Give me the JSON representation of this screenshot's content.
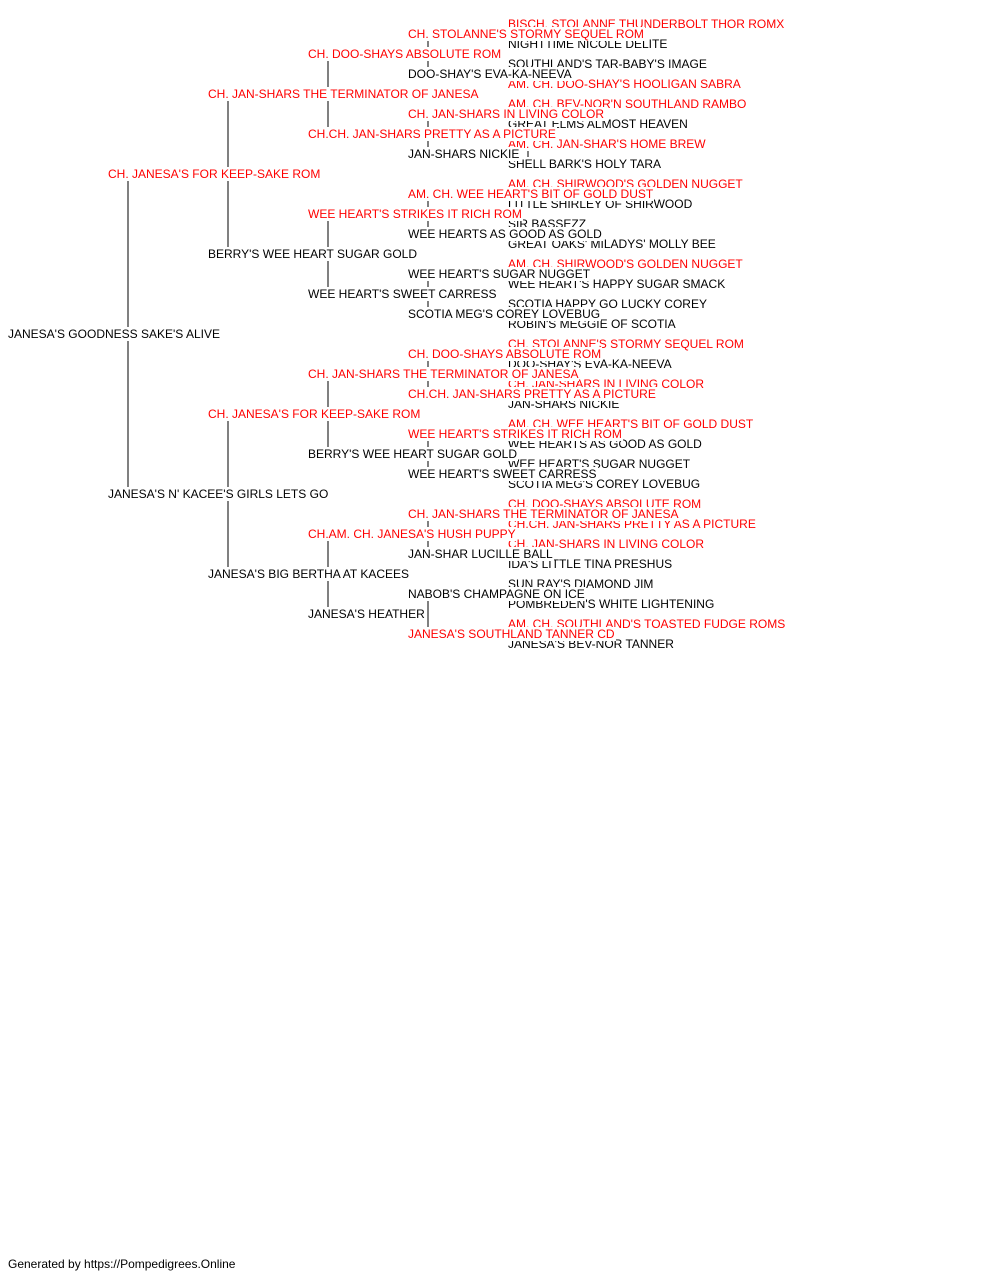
{
  "colors": {
    "champion": "#ff0000",
    "normal": "#000000",
    "line": "#000000"
  },
  "pedigree": {
    "name": "JANESA'S GOODNESS SAKE'S ALIVE",
    "ch": false,
    "sire": {
      "name": "CH. JANESA'S FOR KEEP-SAKE ROM",
      "ch": true,
      "sire": {
        "name": "CH. JAN-SHARS THE TERMINATOR OF JANESA",
        "ch": true,
        "sire": {
          "name": "CH. DOO-SHAYS ABSOLUTE ROM",
          "ch": true,
          "sire": {
            "name": "CH. STOLANNE'S STORMY SEQUEL ROM",
            "ch": true,
            "sire": {
              "name": "BISCH. STOLANNE THUNDERBOLT THOR ROMX",
              "ch": true
            },
            "dam": {
              "name": "NIGHTTIME NICOLE DELITE",
              "ch": false
            }
          },
          "dam": {
            "name": "DOO-SHAY'S EVA-KA-NEEVA",
            "ch": false,
            "sire": {
              "name": "SOUTHLAND'S TAR-BABY'S IMAGE",
              "ch": false
            },
            "dam": {
              "name": "AM. CH. DOO-SHAY'S HOOLIGAN SABRA",
              "ch": true
            }
          }
        },
        "dam": {
          "name": "CH.CH. JAN-SHARS PRETTY AS A PICTURE",
          "ch": true,
          "sire": {
            "name": "CH. JAN-SHARS IN LIVING COLOR",
            "ch": true,
            "sire": {
              "name": "AM. CH. BEV-NOR'N SOUTHLAND RAMBO",
              "ch": true
            },
            "dam": {
              "name": "GREAT ELMS ALMOST HEAVEN",
              "ch": false
            }
          },
          "dam": {
            "name": "JAN-SHARS NICKIE",
            "ch": false,
            "sire": {
              "name": "AM. CH. JAN-SHAR'S HOME BREW",
              "ch": true
            },
            "dam": {
              "name": "SHELL BARK'S HOLY TARA",
              "ch": false
            }
          }
        }
      },
      "dam": {
        "name": "BERRY'S WEE HEART SUGAR GOLD",
        "ch": false,
        "sire": {
          "name": "WEE HEART'S STRIKES IT RICH ROM",
          "ch": true,
          "sire": {
            "name": "AM. CH. WEE HEART'S BIT OF GOLD DUST",
            "ch": true,
            "sire": {
              "name": "AM. CH. SHIRWOOD'S GOLDEN NUGGET",
              "ch": true
            },
            "dam": {
              "name": "LITTLE SHIRLEY OF SHIRWOOD",
              "ch": false
            }
          },
          "dam": {
            "name": "WEE HEARTS AS GOOD AS GOLD",
            "ch": false,
            "sire": {
              "name": "SIR BASSEZZ",
              "ch": false
            },
            "dam": {
              "name": "GREAT OAKS' MILADYS' MOLLY BEE",
              "ch": false
            }
          }
        },
        "dam": {
          "name": "WEE HEART'S SWEET CARRESS",
          "ch": false,
          "sire": {
            "name": "WEE HEART'S SUGAR NUGGET",
            "ch": false,
            "sire": {
              "name": "AM. CH. SHIRWOOD'S GOLDEN NUGGET",
              "ch": true
            },
            "dam": {
              "name": "WEE HEART'S HAPPY SUGAR SMACK",
              "ch": false
            }
          },
          "dam": {
            "name": "SCOTIA MEG'S COREY LOVEBUG",
            "ch": false,
            "sire": {
              "name": "SCOTIA HAPPY GO LUCKY COREY",
              "ch": false
            },
            "dam": {
              "name": "ROBIN'S MEGGIE OF SCOTIA",
              "ch": false
            }
          }
        }
      }
    },
    "dam": {
      "name": "JANESA'S N' KACEE'S GIRLS LETS GO",
      "ch": false,
      "sire": {
        "name": "CH. JANESA'S FOR KEEP-SAKE ROM",
        "ch": true,
        "sire": {
          "name": "CH. JAN-SHARS THE TERMINATOR OF JANESA",
          "ch": true,
          "sire": {
            "name": "CH. DOO-SHAYS ABSOLUTE ROM",
            "ch": true,
            "sire": {
              "name": "CH. STOLANNE'S STORMY SEQUEL ROM",
              "ch": true
            },
            "dam": {
              "name": "DOO-SHAY'S EVA-KA-NEEVA",
              "ch": false
            }
          },
          "dam": {
            "name": "CH.CH. JAN-SHARS PRETTY AS A PICTURE",
            "ch": true,
            "sire": {
              "name": "CH. JAN-SHARS IN LIVING COLOR",
              "ch": true
            },
            "dam": {
              "name": "JAN-SHARS NICKIE",
              "ch": false
            }
          }
        },
        "dam": {
          "name": "BERRY'S WEE HEART SUGAR GOLD",
          "ch": false,
          "sire": {
            "name": "WEE HEART'S STRIKES IT RICH ROM",
            "ch": true,
            "sire": {
              "name": "AM. CH. WEE HEART'S BIT OF GOLD DUST",
              "ch": true
            },
            "dam": {
              "name": "WEE HEARTS AS GOOD AS GOLD",
              "ch": false
            }
          },
          "dam": {
            "name": "WEE HEART'S SWEET CARRESS",
            "ch": false,
            "sire": {
              "name": "WEE HEART'S SUGAR NUGGET",
              "ch": false
            },
            "dam": {
              "name": "SCOTIA MEG'S COREY LOVEBUG",
              "ch": false
            }
          }
        }
      },
      "dam": {
        "name": "JANESA'S BIG BERTHA AT KACEES",
        "ch": false,
        "sire": {
          "name": "CH.AM. CH. JANESA'S HUSH PUPPY",
          "ch": true,
          "sire": {
            "name": "CH. JAN-SHARS THE TERMINATOR OF JANESA",
            "ch": true,
            "sire": {
              "name": "CH. DOO-SHAYS ABSOLUTE ROM",
              "ch": true
            },
            "dam": {
              "name": "CH.CH. JAN-SHARS PRETTY AS A PICTURE",
              "ch": true
            }
          },
          "dam": {
            "name": "JAN-SHAR LUCILLE BALL",
            "ch": false,
            "sire": {
              "name": "CH. JAN-SHARS IN LIVING COLOR",
              "ch": true
            },
            "dam": {
              "name": "IDA'S LITTLE TINA PRESHUS",
              "ch": false
            }
          }
        },
        "dam": {
          "name": "JANESA'S HEATHER",
          "ch": false,
          "sire": {
            "name": "NABOB'S CHAMPAGNE ON ICE",
            "ch": false,
            "sire": {
              "name": "SUN RAY'S DIAMOND JIM",
              "ch": false
            },
            "dam": {
              "name": "POMBREDEN'S WHITE LIGHTENING",
              "ch": false
            }
          },
          "dam": {
            "name": "JANESA'S SOUTHLAND TANNER CD",
            "ch": true,
            "sire": {
              "name": "AM. CH. SOUTHLAND'S TOASTED FUDGE ROMS",
              "ch": true
            },
            "dam": {
              "name": "JANESA'S BEV-NOR TANNER",
              "ch": false
            }
          }
        }
      }
    }
  },
  "footer": "Generated by https://Pompedigrees.Online"
}
